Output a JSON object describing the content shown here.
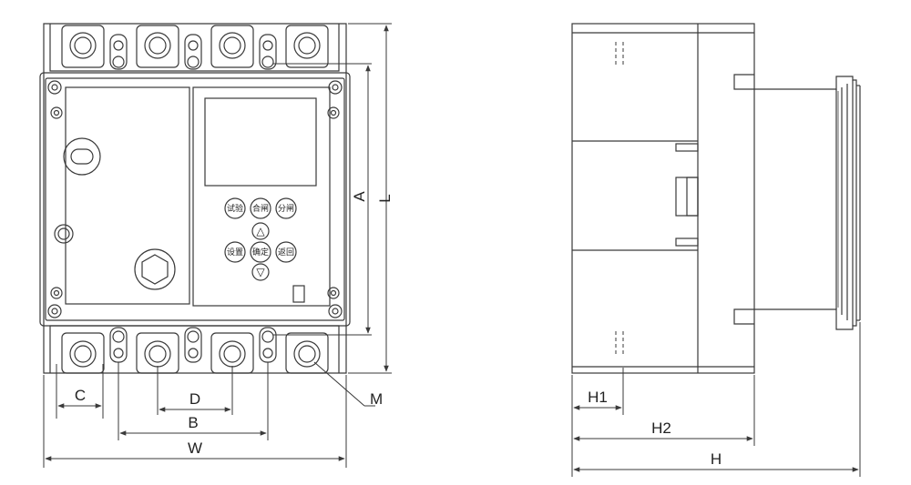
{
  "front_view": {
    "dimension_labels": {
      "A": "A",
      "L": "L",
      "C": "C",
      "D": "D",
      "B": "B",
      "W": "W",
      "M": "M"
    },
    "keypad": {
      "row1": [
        "试验",
        "合闸",
        "分闸"
      ],
      "row2": [
        "设置",
        "确定",
        "返回"
      ],
      "up_symbol": "△",
      "down_symbol": "▽"
    }
  },
  "side_view": {
    "dimension_labels": {
      "H1": "H1",
      "H2": "H2",
      "H": "H"
    }
  }
}
